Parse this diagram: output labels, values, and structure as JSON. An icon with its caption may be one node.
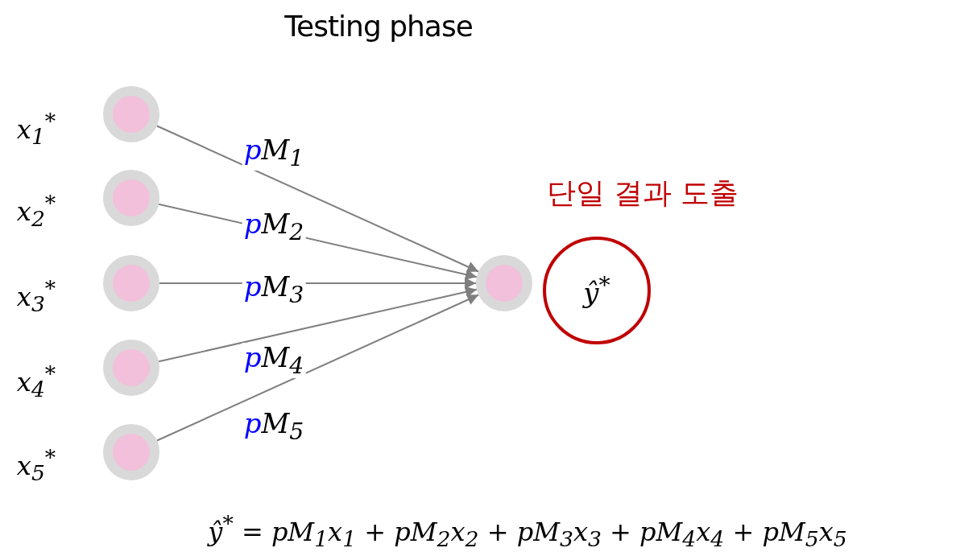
{
  "diagram": {
    "title": "Testing phase",
    "nodes": [
      {
        "text": [],
        "shape": "circle",
        "beside": [
          "x$_{1}$$^{*}$"
        ]
      },
      {
        "text": [],
        "shape": "circle",
        "beside": [
          "x$_{2}$$^{*}$"
        ]
      },
      {
        "text": [],
        "shape": "circle",
        "beside": [
          "x$_{3}$$^{*}$"
        ]
      },
      {
        "text": [],
        "shape": "circle",
        "beside": [
          "x$_{4}$$^{*}$"
        ]
      },
      {
        "text": [],
        "shape": "circle",
        "beside": [
          "x$_{5}$$^{*}$"
        ]
      },
      {
        "text": [],
        "shape": "circle"
      },
      {
        "text": [
          "ŷ$^{*}$"
        ],
        "beside": [
          "단일 결과 도출"
        ]
      }
    ],
    "edges": [
      {
        "from": 0,
        "to": 5,
        "arrow": "to",
        "label": "pM$_{1}$"
      },
      {
        "from": 1,
        "to": 5,
        "arrow": "to",
        "label": "pM$_{2}$"
      },
      {
        "from": 2,
        "to": 5,
        "arrow": "to",
        "label": "pM$_{3}$"
      },
      {
        "from": 3,
        "to": 5,
        "arrow": "to",
        "label": "pM$_{4}$"
      },
      {
        "from": 4,
        "to": 5,
        "arrow": "to",
        "label": "pM$_{5}$"
      }
    ],
    "labels": [
      "ŷ$^{*}$ = pM$_{1}$x$_{1}$ + pM$_{2}$x$_{2}$ + pM$_{3}$x$_{3}$ + pM$_{4}$x$_{4}$ + pM$_{5}$x$_{5}$"
    ]
  }
}
